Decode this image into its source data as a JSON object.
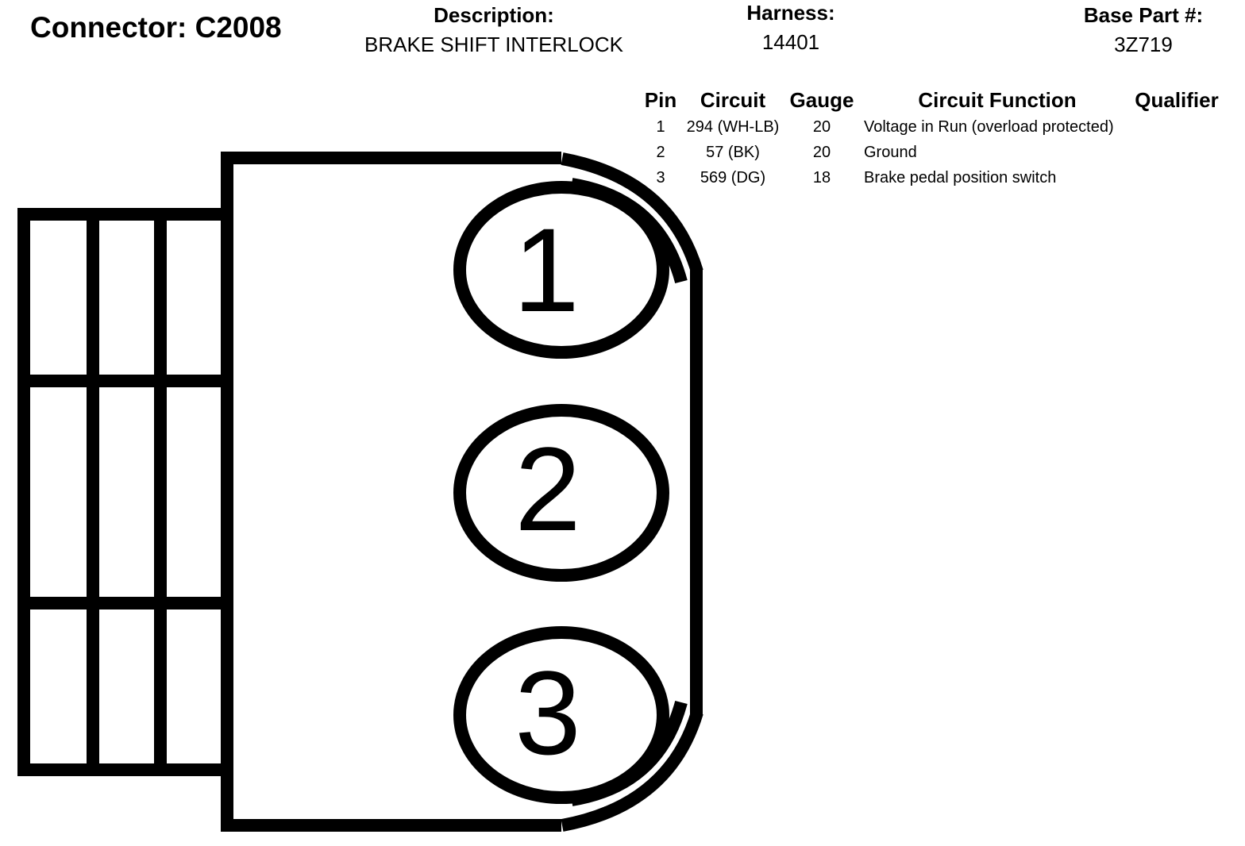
{
  "connector": {
    "label": "Connector: C2008"
  },
  "description": {
    "label": "Description:",
    "value": "BRAKE SHIFT INTERLOCK"
  },
  "harness": {
    "label": "Harness:",
    "value": "14401"
  },
  "base_part": {
    "label": "Base Part #:",
    "value": "3Z719"
  },
  "table": {
    "headers": {
      "pin": "Pin",
      "circuit": "Circuit",
      "gauge": "Gauge",
      "function": "Circuit Function",
      "qualifier": "Qualifier"
    },
    "rows": [
      {
        "pin": "1",
        "circuit": "294 (WH-LB)",
        "gauge": "20",
        "function": "Voltage in Run (overload protected)",
        "qualifier": ""
      },
      {
        "pin": "2",
        "circuit": "57 (BK)",
        "gauge": "20",
        "function": "Ground",
        "qualifier": ""
      },
      {
        "pin": "3",
        "circuit": "569 (DG)",
        "gauge": "18",
        "function": "Brake pedal position switch",
        "qualifier": ""
      }
    ]
  },
  "diagram": {
    "pins": [
      "1",
      "2",
      "3"
    ]
  }
}
